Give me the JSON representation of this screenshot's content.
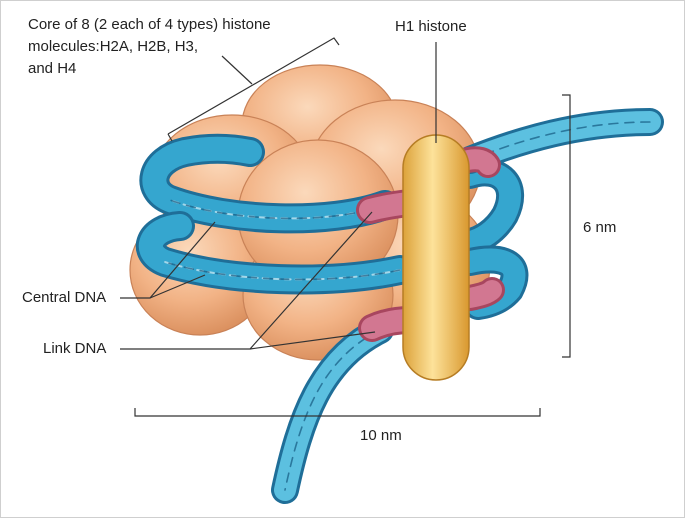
{
  "labels": {
    "core": "Core of 8 (2 each of 4 types) histone\nmolecules:H2A, H2B, H3,\nand H4",
    "h1": "H1 histone",
    "height": "6 nm",
    "central_dna": "Central DNA",
    "link_dna": "Link DNA",
    "width": "10 nm"
  },
  "colors": {
    "histone_core": "#f2b386",
    "h1_histone": "#f5c95d",
    "dna_blue": "#2e95bf",
    "link_dna_pink": "#c7637d"
  }
}
